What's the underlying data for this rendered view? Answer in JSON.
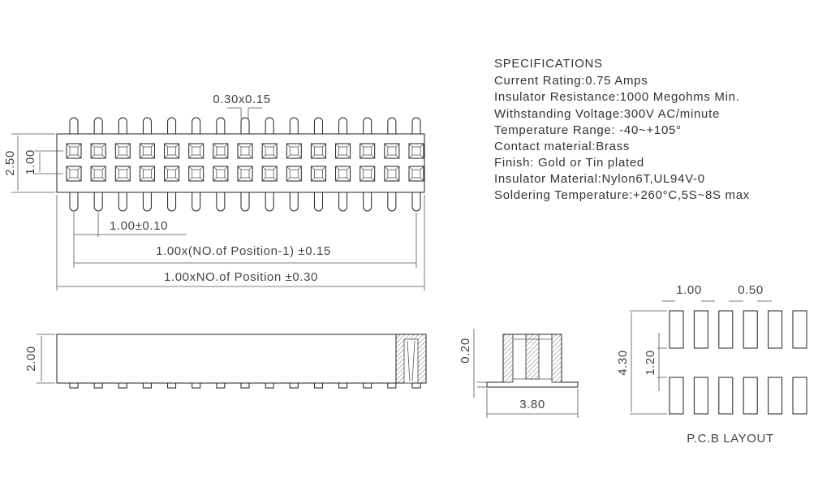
{
  "top_view": {
    "positions": 15,
    "rows": 2,
    "dims": {
      "pin_size": "0.30x0.15",
      "height": "2.50",
      "row_pitch": "1.00",
      "pitch": "1.00±0.10",
      "pin_span": "1.00x(NO.of Position-1) ±0.15",
      "overall": "1.00xNO.of Position ±0.30"
    }
  },
  "side_view": {
    "dims": {
      "height": "2.00"
    }
  },
  "end_view": {
    "dims": {
      "standoff": "0.20",
      "width": "3.80"
    }
  },
  "pcb_layout": {
    "title": "P.C.B LAYOUT",
    "columns": 6,
    "dims": {
      "pitch": "1.00",
      "pad_width": "0.50",
      "span": "4.30",
      "gap": "1.20"
    }
  },
  "specifications": {
    "title": "SPECIFICATIONS",
    "lines": [
      "Current Rating:0.75 Amps",
      "Insulator Resistance:1000 Megohms Min.",
      "Withstanding Voltage:300V AC/minute",
      "Temperature Range: -40~+105°",
      "Contact material:Brass",
      "Finish: Gold or Tin plated",
      "Insulator Material:Nylon6T,UL94V-0",
      "Soldering Temperature:+260°C,5S~8S max"
    ]
  }
}
